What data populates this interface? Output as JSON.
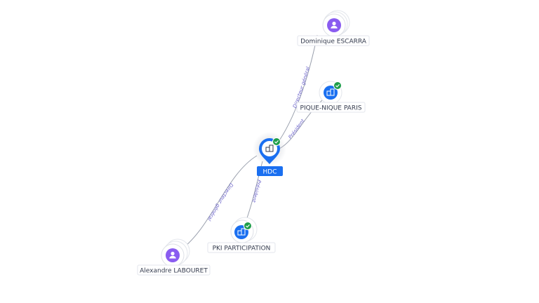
{
  "colors": {
    "person": "#8a5cf0",
    "company": "#1a6ff0",
    "verified": "#1e9e4a",
    "edge": "#9aa0ad",
    "edge_label": "#6b63c9"
  },
  "center": {
    "label": "HDC",
    "icon": "company-icon",
    "verified": true
  },
  "nodes": [
    {
      "id": "dominique",
      "label": "Dominique ESCARRA",
      "type": "person",
      "icon": "person-icon"
    },
    {
      "id": "piquenique",
      "label": "PIQUE-NIQUE PARIS",
      "type": "company",
      "icon": "company-icon",
      "verified": true
    },
    {
      "id": "pki",
      "label": "PKI PARTICIPATION",
      "type": "company",
      "icon": "company-icon",
      "verified": true
    },
    {
      "id": "alexandre",
      "label": "Alexandre LABOURET",
      "type": "person",
      "icon": "person-icon"
    }
  ],
  "edges": {
    "dominique": "Directeur général",
    "piquenique": "Président",
    "pki": "Président",
    "alexandre": "Directeur général"
  }
}
